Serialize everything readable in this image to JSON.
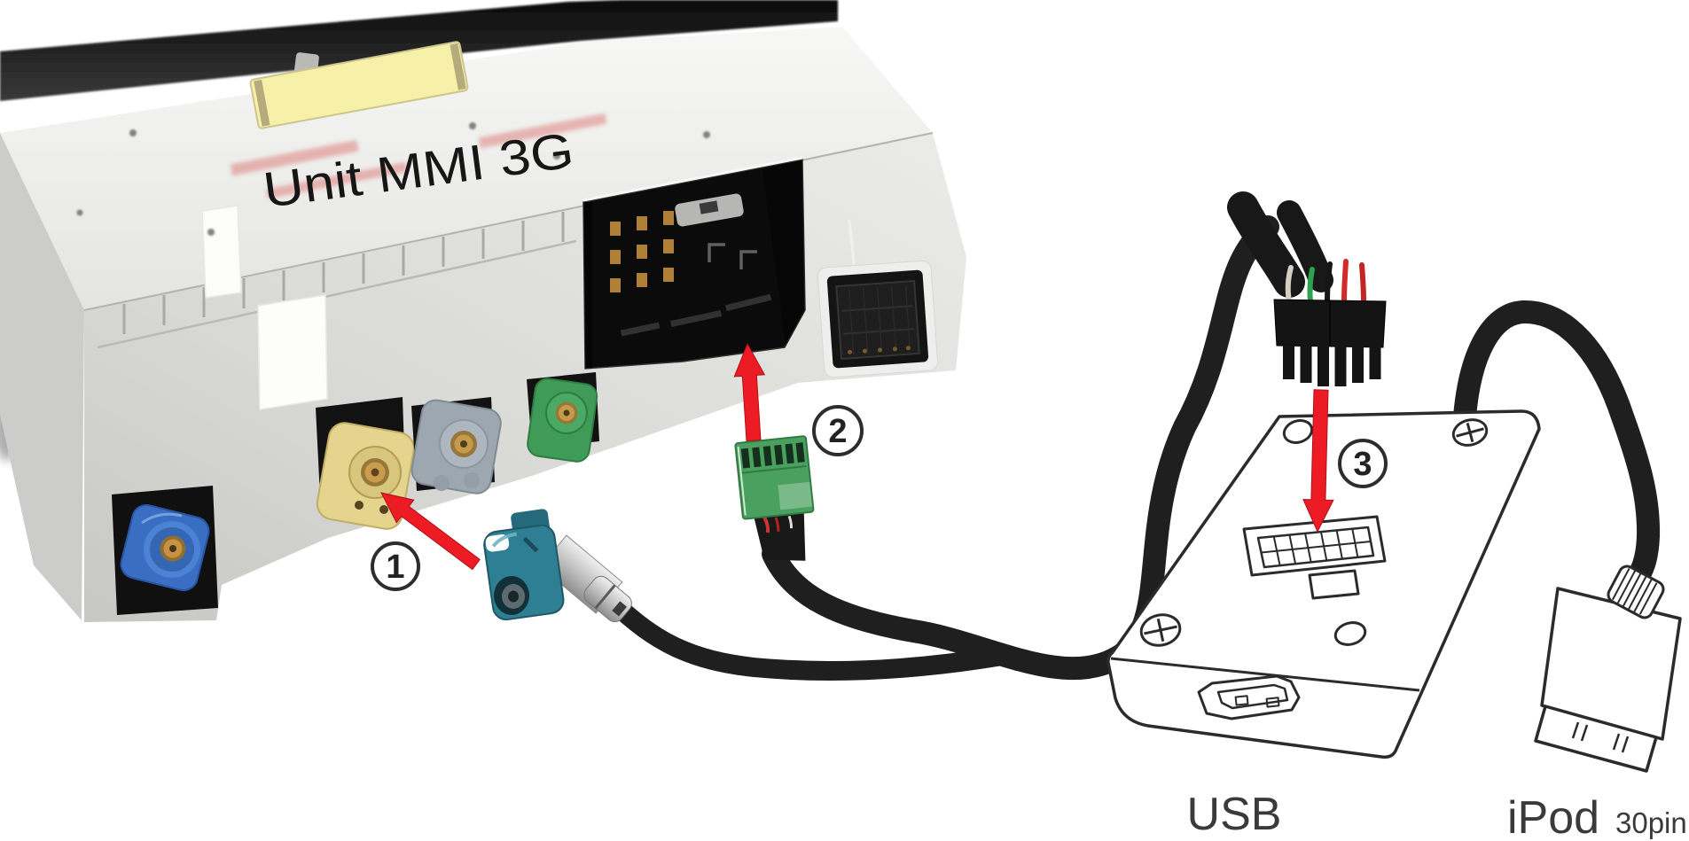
{
  "unit": {
    "title": "Unit MMI 3G"
  },
  "steps": [
    "1",
    "2",
    "3"
  ],
  "labels": {
    "usb": "USB",
    "ipod": "iPod",
    "ipod_pin": "30pin"
  },
  "icons": {
    "step_badges": "numbered-circle-badges",
    "arrows": "red-install-arrows",
    "screws": "phillips-screw-and-hole-marks"
  },
  "colors": {
    "arrow_red": "#ed1c24",
    "line_art": "#2b2b2b",
    "cable_black": "#1f1f1f",
    "fakra_blue": "#3a6ec2",
    "fakra_yellow": "#e5d48d",
    "fakra_grey": "#9da7b0",
    "fakra_green": "#3f9b57",
    "fakra_teal_plug": "#2e7f93",
    "quadlock_green_plug": "#4aa05e",
    "unit_label_yellow": "#f6f0a8",
    "unit_body_grey": "#e7e7e4"
  }
}
